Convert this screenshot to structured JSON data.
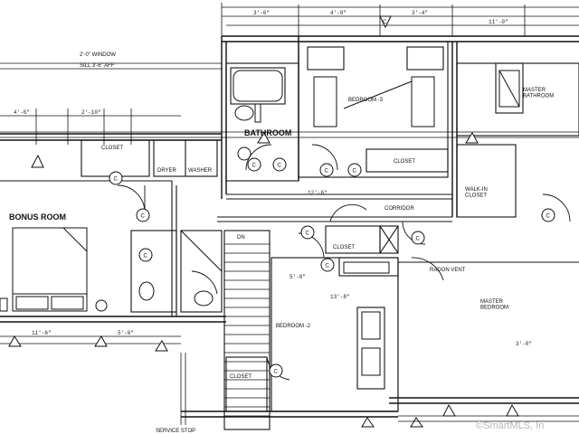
{
  "plan": {
    "rooms": {
      "bonus_room": "BONUS ROOM",
      "closet_top_left": "CLOSET",
      "bathroom": "BATHROOM",
      "bedroom_3": "BEDROOM -3",
      "closet_bed3": "CLOSET",
      "master_bathroom": "MASTER\nBATHROOM",
      "walk_in_closet": "WALK-IN\nCLOSET",
      "corridor": "CORRIDOR",
      "closet_mid": "CLOSET",
      "master_bedroom": "MASTER\nBEDROOM",
      "bedroom_2": "BEDROOM -2",
      "closet_bottom": "CLOSET"
    },
    "notes": {
      "window_note": "2'-0\" WINDOW",
      "sill_note": "SILL 3'-6\" AFF",
      "radon_vent": "RADON VENT",
      "dryer": "DRYER",
      "washer": "WASHER",
      "down": "DN",
      "bottom_note": "SERVICE STOP"
    },
    "dimensions": [
      "3'-6\"",
      "4'-8\"",
      "3'-4\"",
      "11'-0\"",
      "4'-6\"",
      "2'-10\"",
      "12'-6\"",
      "5'-8\"",
      "13'-8\"",
      "11'-6\"",
      "5'-6\"",
      "3'-0\""
    ],
    "door_marker": "C",
    "watermark": "©SmartMLS, In"
  }
}
